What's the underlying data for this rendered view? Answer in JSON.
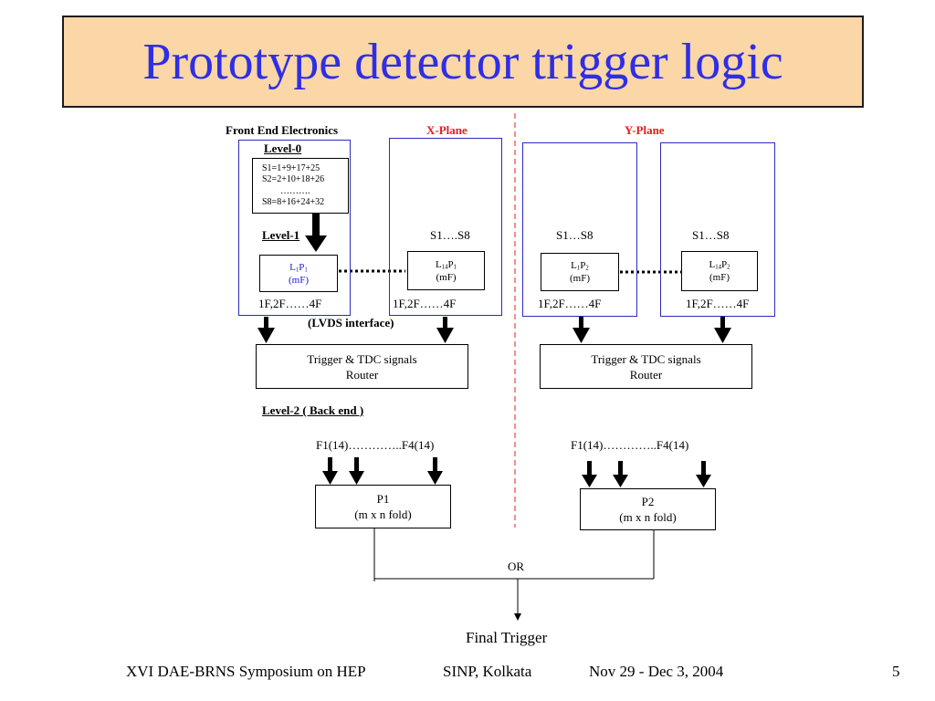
{
  "slide": {
    "title": "Prototype detector trigger logic",
    "page_number": "5"
  },
  "diagram": {
    "front_end_label": "Front End Electronics",
    "x_plane_label": "X-Plane",
    "y_plane_label": "Y-Plane",
    "level0_label": "Level-0",
    "level0_formulas": [
      "S1=1+9+17+25",
      "S2=2+10+18+26",
      "……….",
      "S8=8+16+24+32"
    ],
    "level1_label": "Level-1",
    "level2_label": "Level-2 ( Back end )",
    "strip_range_a": "S1….S8",
    "strip_range_b": "S1…S8",
    "mf_label": "(mF)",
    "fold_outputs": "1F,2F……4F",
    "lvds_label": "(LVDS interface)",
    "module_x1": {
      "L": "L",
      "L_sub": "1",
      "P": "P",
      "P_sub": "1"
    },
    "module_x14": {
      "L": "L",
      "L_sub": "14",
      "P": "P",
      "P_sub": "1"
    },
    "module_y1": {
      "L": "L",
      "L_sub": "1",
      "P": "P",
      "P_sub": "2"
    },
    "module_y14": {
      "L": "L",
      "L_sub": "14",
      "P": "P",
      "P_sub": "2"
    },
    "router_line1": "Trigger & TDC signals",
    "router_line2": "Router",
    "fold_inputs": "F1(14)…………..F4(14)",
    "p1_line1": "P1",
    "p2_line1": "P2",
    "fold_desc": "(m x n fold)",
    "or_label": "OR",
    "final_label": "Final Trigger"
  },
  "footer": {
    "event": "XVI DAE-BRNS Symposium on HEP",
    "venue": "SINP, Kolkata",
    "dates": "Nov 29 - Dec 3, 2004"
  },
  "colors": {
    "title_bg": "#fbd6a6",
    "title_text": "#2e2ee6",
    "plane_label": "#e81c1c",
    "module_outline": "#2c2cbe",
    "separator": "#e81c1c"
  }
}
